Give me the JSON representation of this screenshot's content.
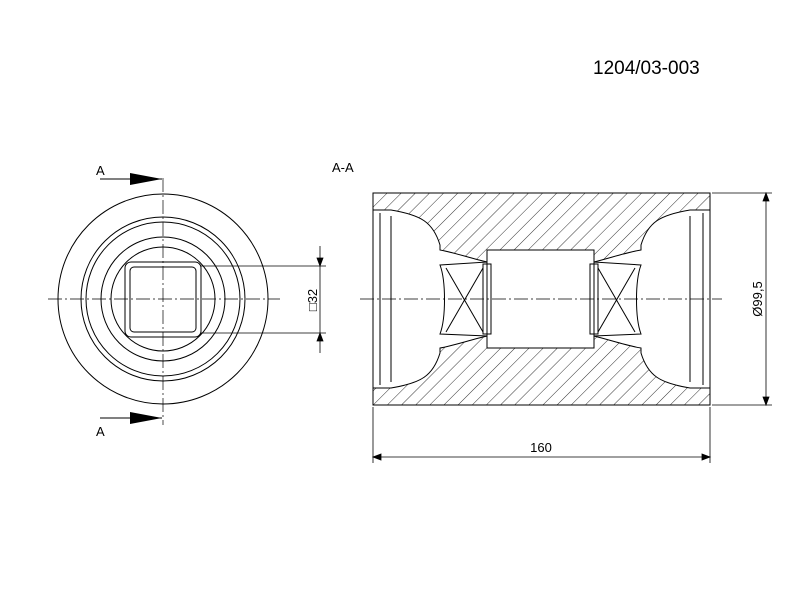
{
  "drawing_number": "1204/03-003",
  "section_mark_top": "A",
  "section_mark_bottom": "A",
  "section_title": "A-A",
  "dimensions": {
    "square": "□32",
    "diameter": "Ø99,5",
    "length": "160"
  },
  "colors": {
    "line": "#000000",
    "background": "#ffffff"
  }
}
